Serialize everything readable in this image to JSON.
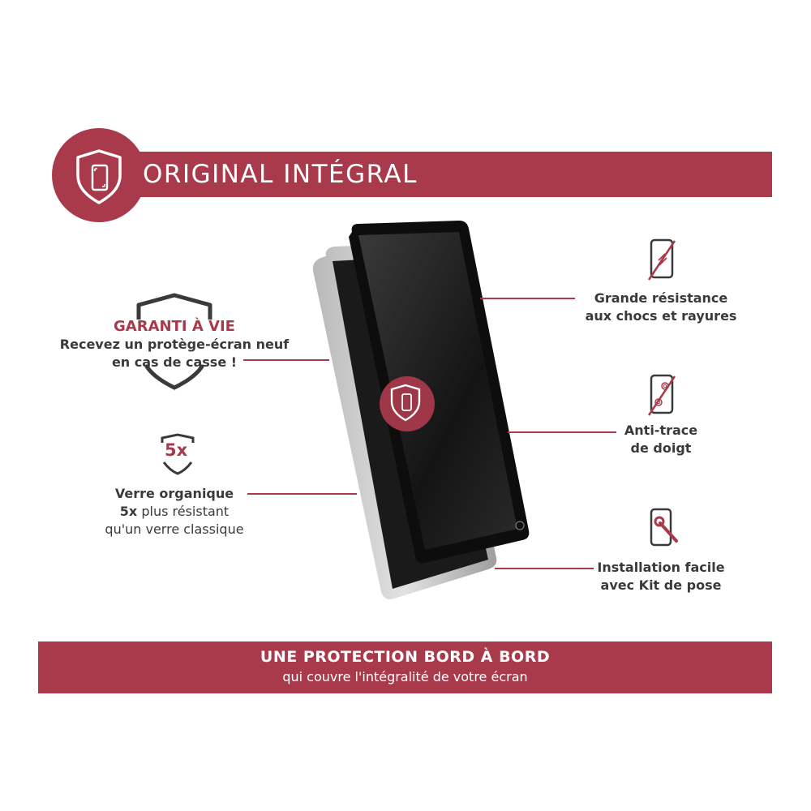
{
  "header": {
    "title": "ORIGINAL INTÉGRAL",
    "icon": "shield-phone-icon"
  },
  "left_features": {
    "warranty": {
      "title": "GARANTI À VIE",
      "line1": "Recevez un protège-écran neuf",
      "line2": "en cas de casse !",
      "icon": "shield-outline-icon"
    },
    "glass": {
      "badge": "5x",
      "title": "Verre organique",
      "line2_strong": "5x",
      "line2_rest": " plus résistant",
      "line3": "qu'un verre classique",
      "icon": "shield-5x-icon"
    }
  },
  "right_features": [
    {
      "line1": "Grande résistance",
      "line2": "aux chocs et rayures",
      "icon": "phone-scratch-crossed-icon"
    },
    {
      "line1": "Anti-trace",
      "line2": "de doigt",
      "icon": "phone-fingerprint-crossed-icon"
    },
    {
      "line1": "Installation facile",
      "line2": "avec Kit de pose",
      "icon": "phone-wrench-icon"
    }
  ],
  "footer": {
    "title": "UNE PROTECTION BORD À BORD",
    "subtitle": "qui couvre l'intégralité de votre écran"
  },
  "colors": {
    "brand": "#a93a4c",
    "text": "#3a3a3a",
    "background": "#ffffff"
  }
}
